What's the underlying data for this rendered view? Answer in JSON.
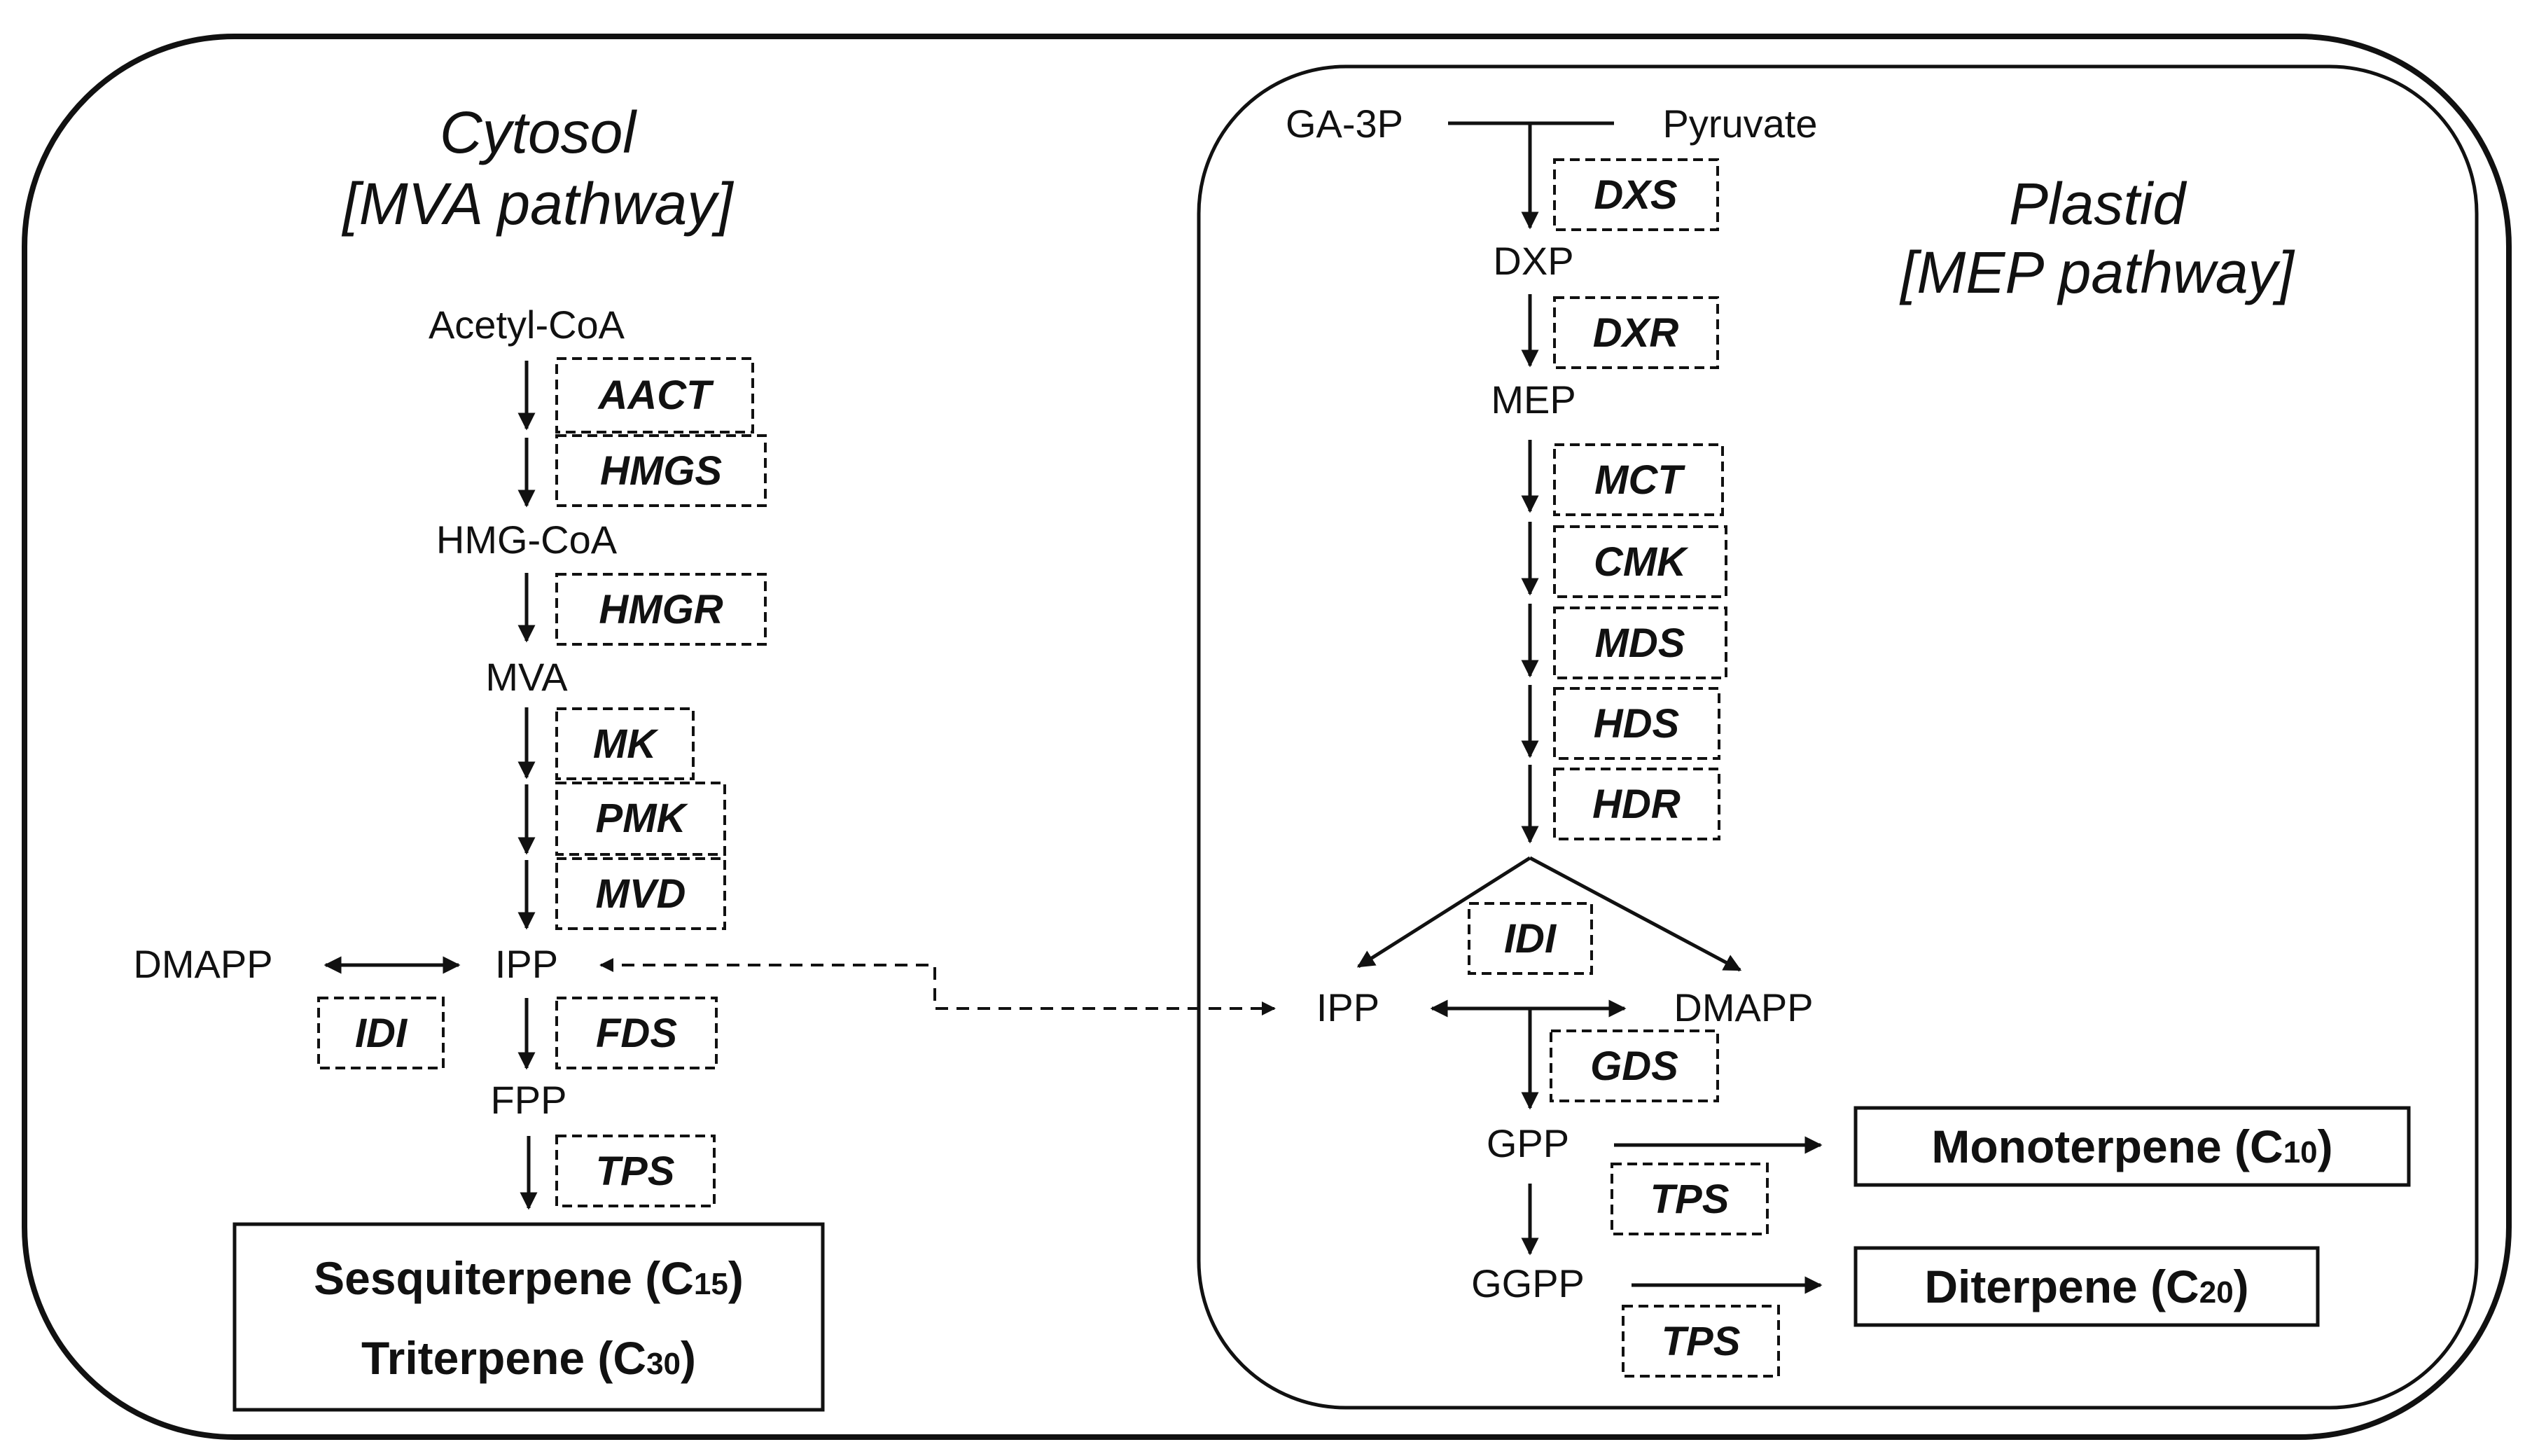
{
  "cytosol": {
    "title_line1": "Cytosol",
    "title_line2": "[MVA pathway]",
    "metabolites": {
      "acetyl_coa": "Acetyl-CoA",
      "hmg_coa": "HMG-CoA",
      "mva": "MVA",
      "ipp": "IPP",
      "dmapp": "DMAPP",
      "fpp": "FPP"
    },
    "enzymes": {
      "aact": "AACT",
      "hmgs": "HMGS",
      "hmgr": "HMGR",
      "mk": "MK",
      "pmk": "PMK",
      "mvd": "MVD",
      "idi": "IDI",
      "fds": "FDS",
      "tps": "TPS"
    },
    "products": {
      "sesqui_name": "Sesquiterpene (C",
      "sesqui_sub": "15",
      "sesqui_close": ")",
      "tri_name": "Triterpene (C",
      "tri_sub": "30",
      "tri_close": ")"
    }
  },
  "plastid": {
    "title_line1": "Plastid",
    "title_line2": "[MEP pathway]",
    "metabolites": {
      "ga3p": "GA-3P",
      "pyruvate": "Pyruvate",
      "dxp": "DXP",
      "mep": "MEP",
      "ipp": "IPP",
      "dmapp": "DMAPP",
      "gpp": "GPP",
      "ggpp": "GGPP"
    },
    "enzymes": {
      "dxs": "DXS",
      "dxr": "DXR",
      "mct": "MCT",
      "cmk": "CMK",
      "mds": "MDS",
      "hds": "HDS",
      "hdr": "HDR",
      "idi": "IDI",
      "gds": "GDS",
      "tps_mono": "TPS",
      "tps_di": "TPS"
    },
    "products": {
      "mono_name": "Monoterpene (C",
      "mono_sub": "10",
      "mono_close": ")",
      "di_name": "Diterpene (C",
      "di_sub": "20",
      "di_close": ")"
    }
  }
}
